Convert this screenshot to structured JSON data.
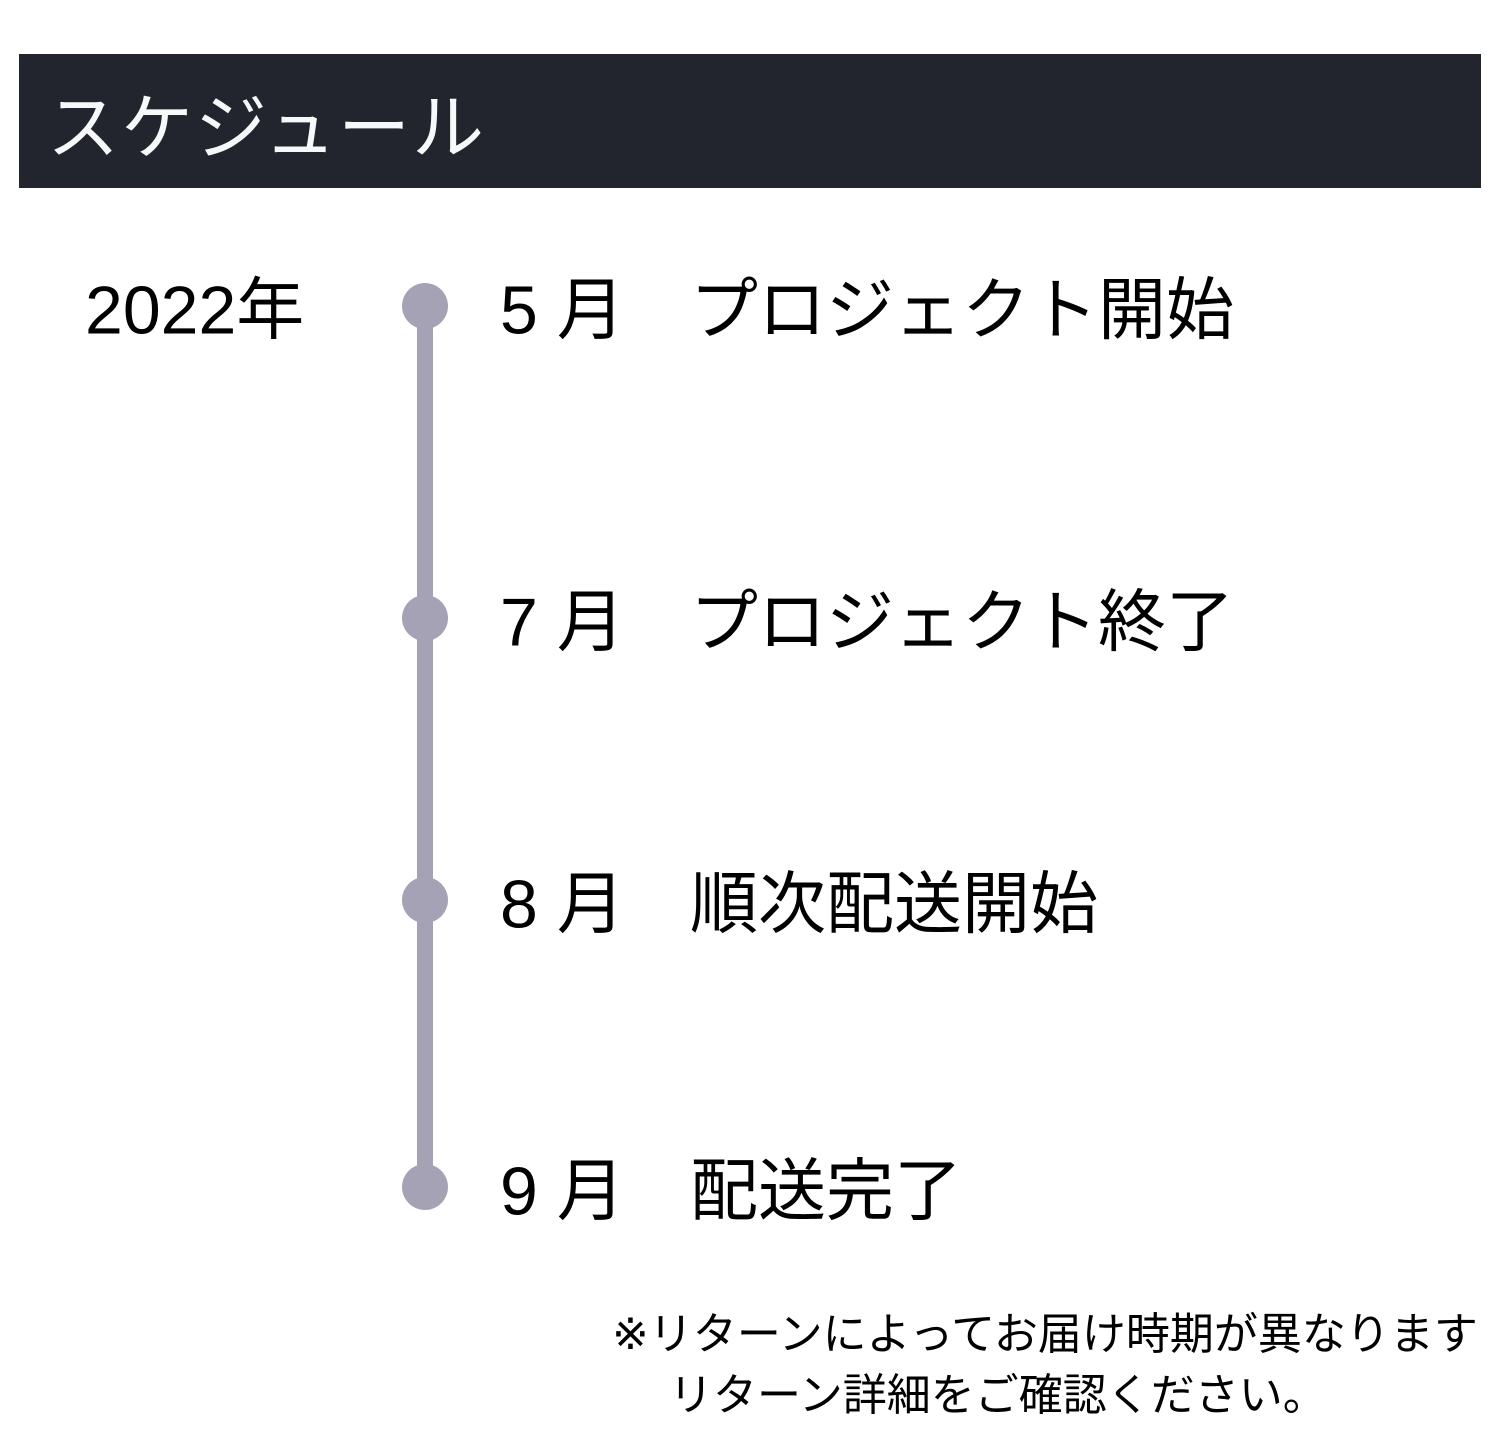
{
  "header": {
    "title": "スケジュール"
  },
  "timeline": {
    "year": "2022年",
    "events": [
      {
        "month": "5 月",
        "label": "プロジェクト開始"
      },
      {
        "month": "7 月",
        "label": "プロジェクト終了"
      },
      {
        "month": "8 月",
        "label": "順次配送開始"
      },
      {
        "month": "9 月",
        "label": "配送完了"
      }
    ]
  },
  "footnote": {
    "line1": "※リターンによってお届け時期が異なります",
    "line2": "リターン詳細をご確認ください。"
  },
  "colors": {
    "header_bg": "#23252e",
    "header_text": "#f7f8fa",
    "body_text": "#000000",
    "timeline": "#a6a2b5",
    "background": "#ffffff"
  }
}
